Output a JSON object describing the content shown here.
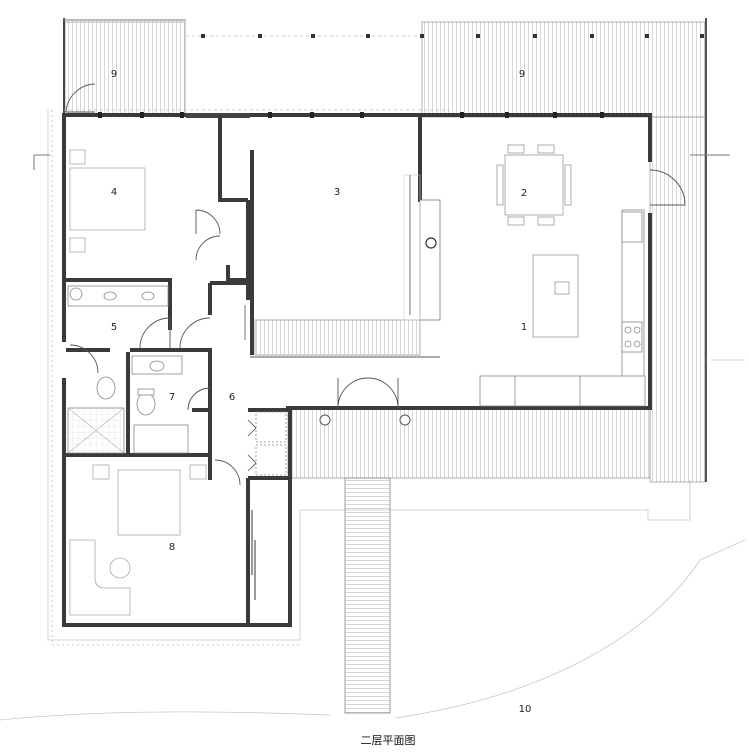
{
  "plan": {
    "caption": "二层平面图",
    "rooms": {
      "r1": "1",
      "r2": "2",
      "r3": "3",
      "r4": "4",
      "r5": "5",
      "r6": "6",
      "r7": "7",
      "r8": "8",
      "r9a": "9",
      "r9b": "9",
      "r10": "10"
    }
  }
}
